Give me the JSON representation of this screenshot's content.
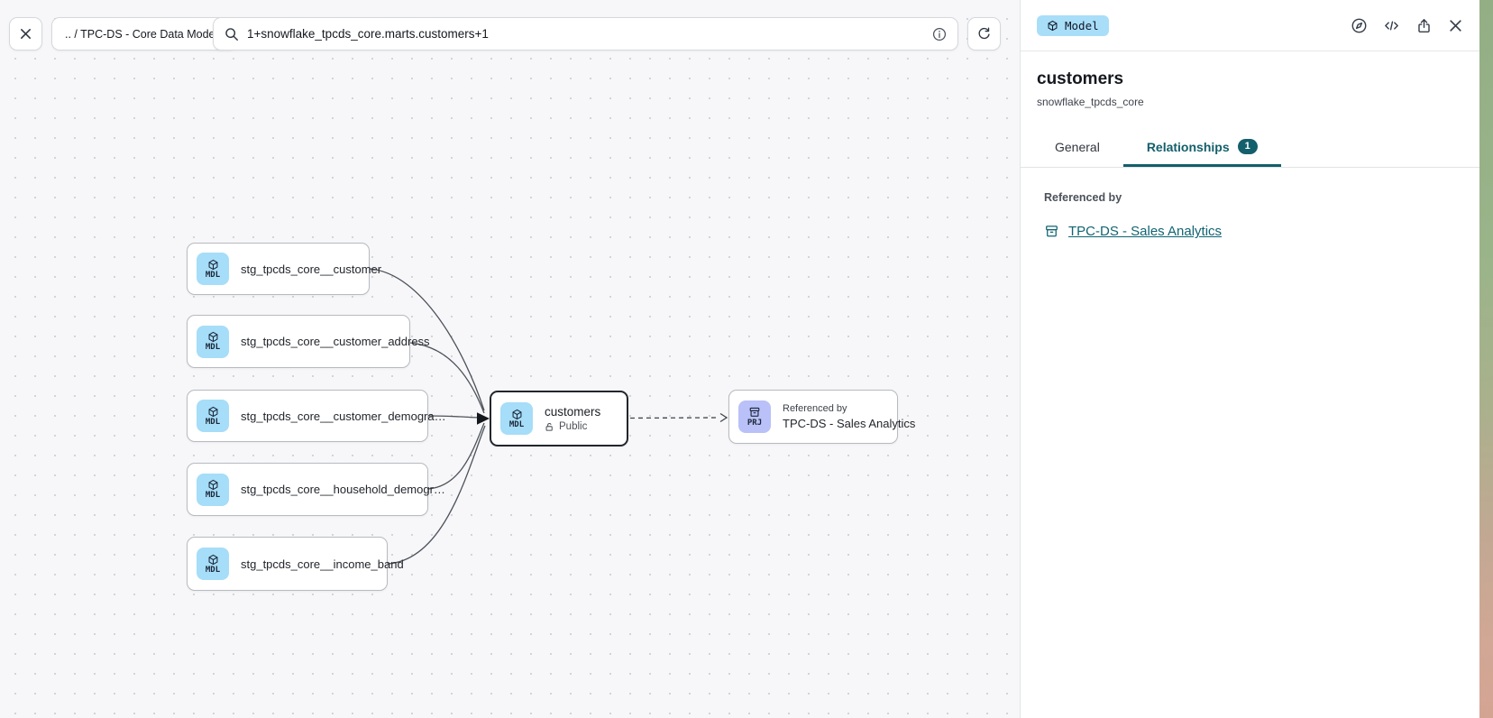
{
  "topbar": {
    "breadcrumb": ".. / TPC-DS - Core Data Models",
    "search_value": "1+snowflake_tpcds_core.marts.customers+1"
  },
  "panel": {
    "type_badge": "Model",
    "title": "customers",
    "subtitle": "snowflake_tpcds_core",
    "tabs": [
      {
        "label": "General",
        "active": false
      },
      {
        "label": "Relationships",
        "badge": "1",
        "active": true
      }
    ],
    "section_label": "Referenced by",
    "referenced_link": "TPC-DS - Sales Analytics"
  },
  "canvas": {
    "nodes": [
      {
        "chip": "MDL",
        "label": "stg_tpcds_core__customer"
      },
      {
        "chip": "MDL",
        "label": "stg_tpcds_core__customer_address"
      },
      {
        "chip": "MDL",
        "label": "stg_tpcds_core__customer_demogra…"
      },
      {
        "chip": "MDL",
        "label": "stg_tpcds_core__household_demogr…"
      },
      {
        "chip": "MDL",
        "label": "stg_tpcds_core__income_band"
      },
      {
        "chip": "MDL",
        "label": "customers",
        "sublabel": "Public",
        "selected": true
      },
      {
        "chip": "PRJ",
        "kicker": "Referenced by",
        "label": "TPC-DS - Sales Analytics"
      }
    ],
    "edges": [
      {
        "from": "stg_tpcds_core__customer",
        "to": "customers",
        "style": "solid"
      },
      {
        "from": "stg_tpcds_core__customer_address",
        "to": "customers",
        "style": "solid"
      },
      {
        "from": "stg_tpcds_core__customer_demogra…",
        "to": "customers",
        "style": "solid"
      },
      {
        "from": "stg_tpcds_core__household_demogr…",
        "to": "customers",
        "style": "solid"
      },
      {
        "from": "stg_tpcds_core__income_band",
        "to": "customers",
        "style": "solid"
      },
      {
        "from": "customers",
        "to": "TPC-DS - Sales Analytics",
        "style": "dashed"
      }
    ]
  },
  "colors": {
    "accent_teal": "#135f6b",
    "model_badge_bg": "#a9def8",
    "mdl_chip_bg": "#a6ddf8",
    "prj_chip_bg": "#b9c1f8",
    "canvas_bg": "#f7f7f9"
  }
}
